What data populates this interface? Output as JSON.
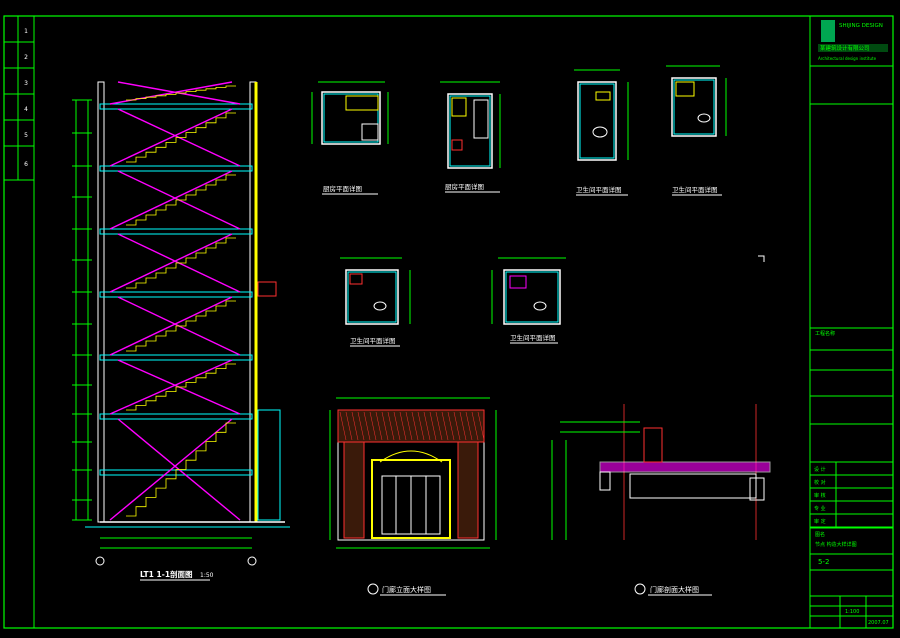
{
  "sheet": {
    "firm_logo_text": "SHIJING DESIGN",
    "firm_name_cn": "某建筑设计有限公司",
    "firm_name_en": "Architectural design institute",
    "project_label": "工程名称",
    "drawing_label": "图名",
    "drawing_title": "节点 构造大样详图",
    "sheet_code": "5-2",
    "scale": "1:100",
    "date": "2007.07"
  },
  "left_strip": [
    "1",
    "2",
    "3",
    "4",
    "5",
    "6"
  ],
  "drawings": {
    "stair_section": "LT1 1-1剖面图",
    "stair_section_scale": "1:50",
    "kitchen_a": "厨房平面详图",
    "kitchen_b": "厨房平面详图",
    "bath_a": "卫生间平面详图",
    "bath_b": "卫生间平面详图",
    "bath_c": "卫生间平面详图",
    "bath_d": "卫生间平面详图",
    "entrance_elev": "门廊立面大样图",
    "entrance_sect": "门廊剖面大样图"
  },
  "title_block_rows": [
    "设 计",
    "校 对",
    "审 核",
    "专 业",
    "审 定"
  ],
  "colors": {
    "frame": "#00ff00",
    "magenta": "#ff00ff",
    "yellow": "#ffff00",
    "cyan": "#00ffff",
    "white": "#ffffff",
    "red": "#ff3030",
    "brand": "#00a651"
  }
}
